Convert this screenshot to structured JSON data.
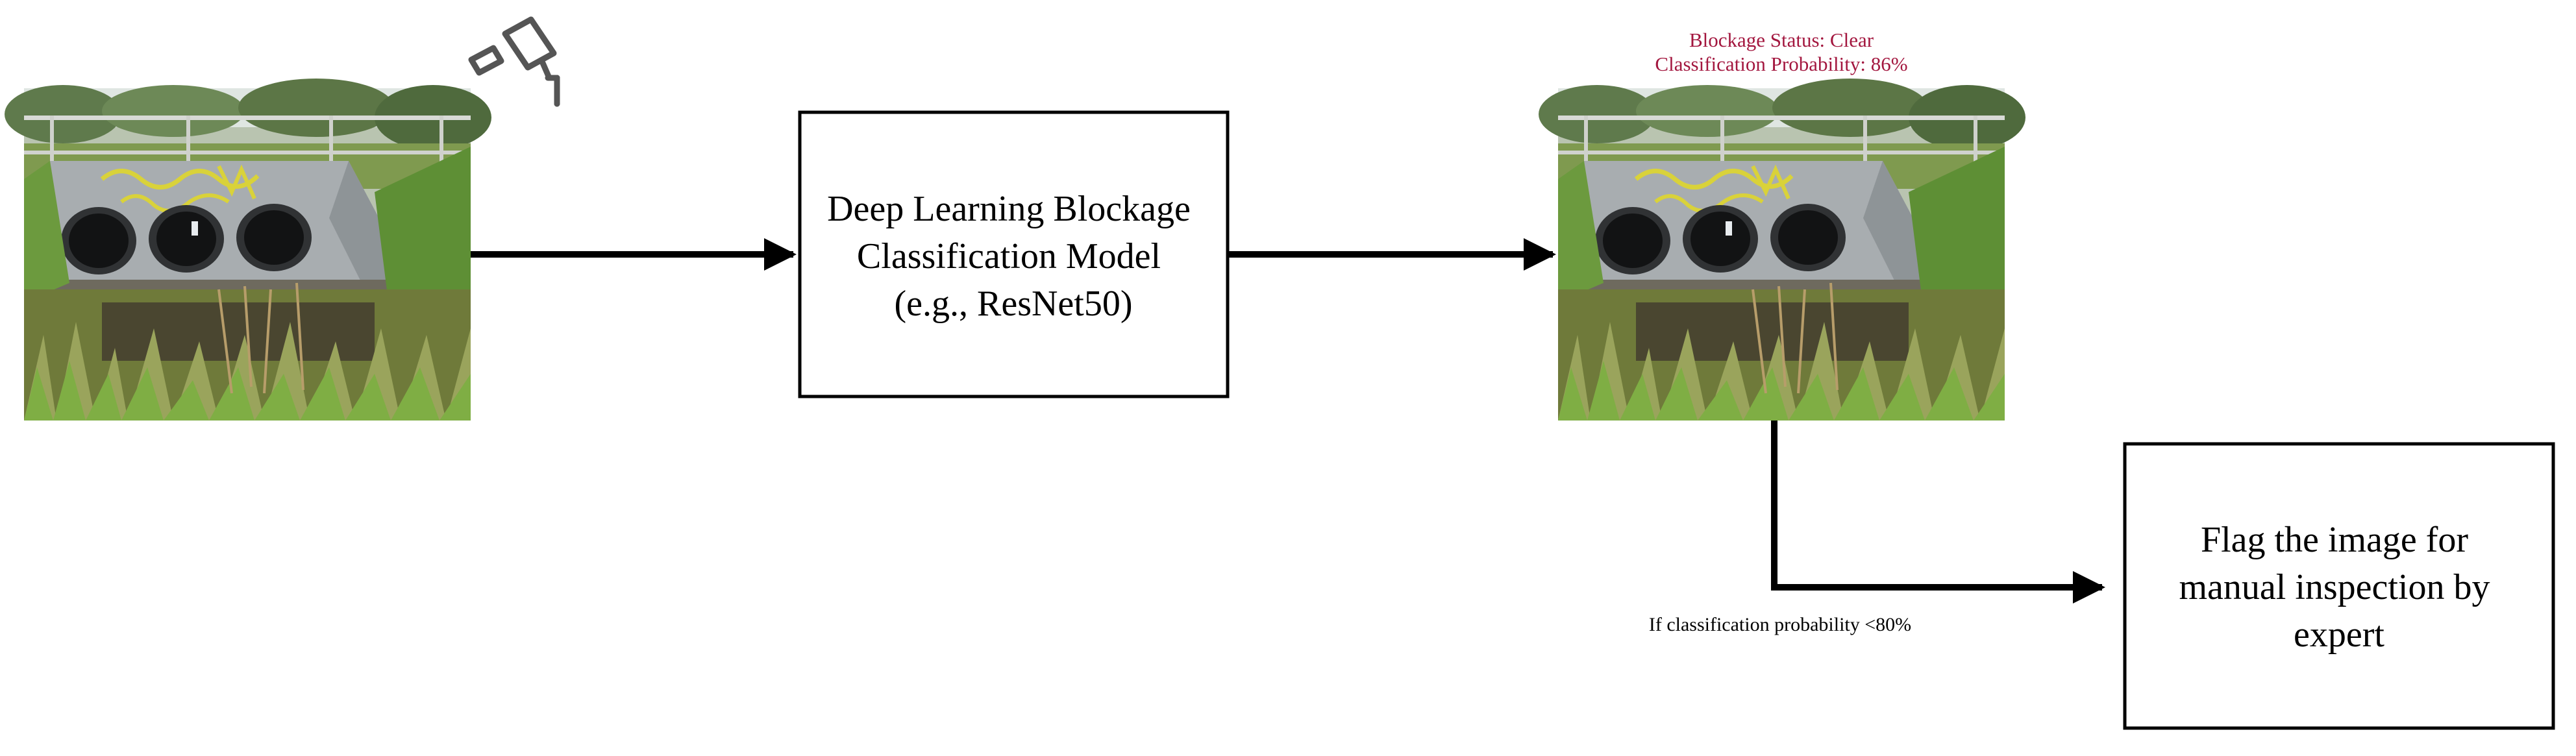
{
  "input_photo": {
    "name": "culvert photo from camera"
  },
  "camera": {
    "icon": "cctv-camera-icon"
  },
  "model_box": {
    "lines": [
      "Deep Learning Blockage",
      "Classification Model",
      "(e.g., ResNet50)"
    ]
  },
  "output": {
    "status_line": "Blockage Status: Clear",
    "probability_line": "Classification Probability: 86%"
  },
  "condition": {
    "label": "If classification probability <80%"
  },
  "flag_box": {
    "lines": [
      "Flag the image for",
      "manual inspection by",
      "expert"
    ]
  },
  "colors": {
    "status_text": "#a3173f",
    "arrow": "#000000",
    "camera": "#555555"
  }
}
